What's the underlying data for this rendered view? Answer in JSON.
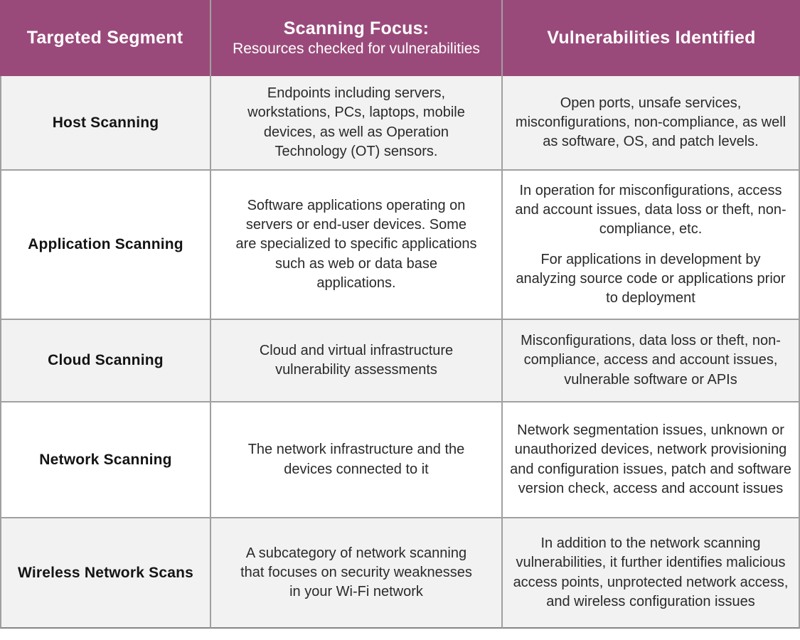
{
  "colors": {
    "header_bg": "#9a4a7a",
    "header_text": "#ffffff",
    "row_alt_bg": "#f2f2f2",
    "row_bg": "#ffffff",
    "border_color": "#a0a0a0"
  },
  "table": {
    "headers": [
      {
        "title": "Targeted Segment",
        "subtitle": ""
      },
      {
        "title": "Scanning Focus:",
        "subtitle": "Resources checked for vulnerabilities"
      },
      {
        "title": "Vulnerabilities Identified",
        "subtitle": ""
      }
    ],
    "rows": [
      {
        "segment": "Host Scanning",
        "focus": [
          "Endpoints including servers, workstations, PCs, laptops, mobile devices, as well as Operation Technology (OT) sensors."
        ],
        "vulnerabilities": [
          "Open ports, unsafe services, misconfigurations, non-compliance, as well as software, OS, and patch levels."
        ]
      },
      {
        "segment": "Application Scanning",
        "focus": [
          "Software applications operating on servers or end-user devices. Some are specialized to specific applications such as web or data base applications."
        ],
        "vulnerabilities": [
          "In operation for misconfigurations, access and account issues, data loss or theft, non-compliance, etc.",
          "For applications in development by analyzing source code or applications prior to deployment"
        ]
      },
      {
        "segment": "Cloud Scanning",
        "focus": [
          "Cloud and virtual infrastructure vulnerability assessments"
        ],
        "vulnerabilities": [
          "Misconfigurations, data loss or theft, non-compliance, access and account issues, vulnerable software or APIs"
        ]
      },
      {
        "segment": "Network Scanning",
        "focus": [
          "The network infrastructure and the devices connected to it"
        ],
        "vulnerabilities": [
          "Network segmentation issues, unknown or unauthorized devices, network provisioning and configuration issues, patch and software version check, access and account issues"
        ]
      },
      {
        "segment": "Wireless Network Scans",
        "focus": [
          "A subcategory of network scanning that focuses on security weaknesses in your Wi-Fi network"
        ],
        "vulnerabilities": [
          "In addition to the network scanning vulnerabilities, it further identifies malicious access points, unprotected network access, and wireless configuration issues"
        ]
      }
    ]
  }
}
